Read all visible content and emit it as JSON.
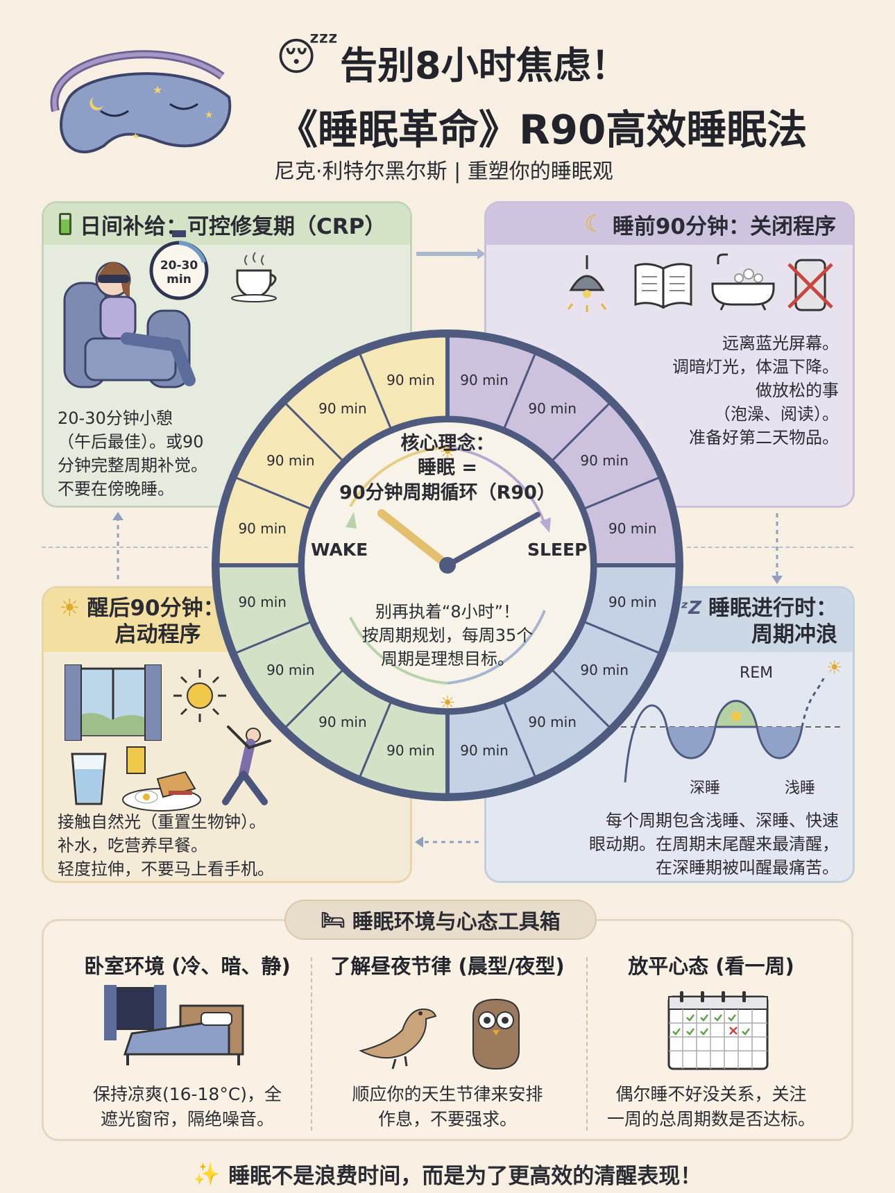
{
  "header": {
    "title_line1": "告别8小时焦虑！",
    "title_line2": "《睡眠革命》R90高效睡眠法",
    "subtitle": "尼克·利特尔黑尔斯 | 重塑你的睡眠观"
  },
  "panels": {
    "crp": {
      "title": "日间补给：可控修复期（CRP）",
      "timer_label": "20-30\nmin",
      "text": "20-30分钟小憩\n（午后最佳）。或90\n分钟完整周期补觉。\n不要在傍晚睡。"
    },
    "pre_sleep": {
      "title": "睡前90分钟：关闭程序",
      "text": "远离蓝光屏幕。\n调暗灯光，体温下降。\n做放松的事\n（泡澡、阅读）。\n准备好第二天物品。"
    },
    "wake": {
      "title_line1": "醒后90分钟：",
      "title_line2": "启动程序",
      "text": "接触自然光（重置生物钟）。\n补水，吃营养早餐。\n轻度拉伸，不要马上看手机。"
    },
    "sleep": {
      "title_line1": "睡眠进行时：",
      "title_line2": "周期冲浪",
      "wave_labels": [
        "浅睡",
        "REM",
        "深睡",
        "浅睡"
      ],
      "text": "每个周期包含浅睡、深睡、快速\n眼动期。在周期末尾醒来最清醒，\n在深睡期被叫醒最痛苦。"
    }
  },
  "clock": {
    "segment_label": "90 min",
    "center_title": "核心理念：",
    "center_line2": "睡眠 =",
    "center_line3": "90分钟周期循环（R90）",
    "wake_label": "WAKE",
    "sleep_label": "SLEEP",
    "note_line1": "别再执着“8小时”！",
    "note_line2": "按周期规划，每周35个",
    "note_line3": "周期是理想目标。"
  },
  "toolkit": {
    "title": "睡眠环境与心态工具箱",
    "columns": [
      {
        "heading": "卧室环境 (冷、暗、静)",
        "text": "保持凉爽(16-18°C)，全\n遮光窗帘，隔绝噪音。"
      },
      {
        "heading": "了解昼夜节律 (晨型/夜型)",
        "text": "顺应你的天生节律来安排\n作息，不要强求。"
      },
      {
        "heading": "放平心态 (看一周)",
        "text": "偶尔睡不好没关系，关注\n一周的总周期数是否达标。"
      }
    ]
  },
  "footer": {
    "text": "睡眠不是浪费时间，而是为了更高效的清醒表现！"
  },
  "colors": {
    "green": "#d4e2c6",
    "purple": "#cfc4df",
    "yellow": "#f3df9f",
    "blue": "#cdd8e6",
    "ring_border": "#4e5a7e"
  },
  "icons": [
    "sleeping-face-icon",
    "battery-icon",
    "moon-icon",
    "sun-icon",
    "zzz-icon",
    "bed-icon",
    "sparkles-icon"
  ]
}
